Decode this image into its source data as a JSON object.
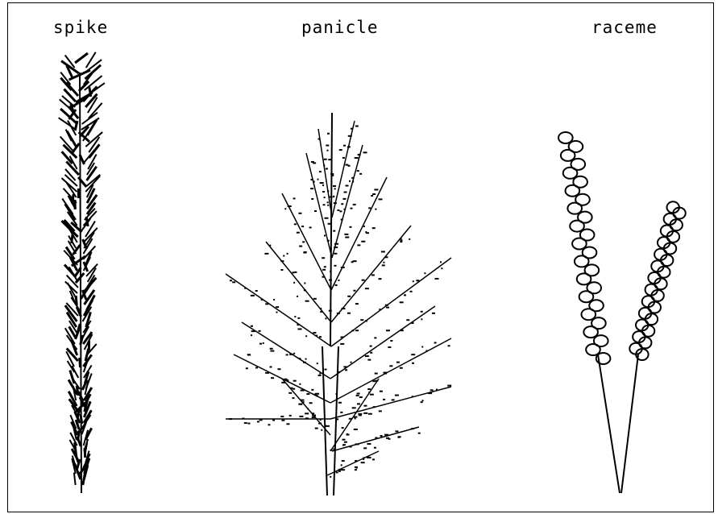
{
  "labels": {
    "spike": "spike",
    "panicle": "panicle",
    "raceme": "raceme"
  },
  "colors": {
    "ink": "#000000",
    "paper": "#ffffff"
  }
}
